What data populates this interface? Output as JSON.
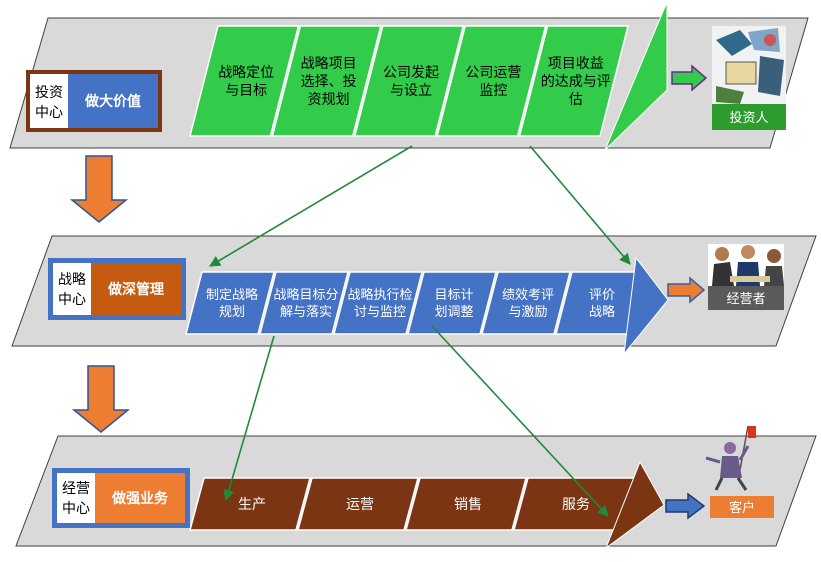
{
  "colors": {
    "band_fill": "#d9d9d9",
    "band_stroke": "#404040",
    "green": "#33cc4a",
    "blue": "#4472c4",
    "brown": "#7b3512",
    "orange": "#ed7d31",
    "dark_green_box": "#2e9b2e",
    "gray_box": "#5a5a5a",
    "arrow_green": "#1f8a3a",
    "label_border": "#7b3512"
  },
  "level1": {
    "center_line1": "投资",
    "center_line2": "中心",
    "value": "做大价值",
    "steps": [
      {
        "lines": [
          "战略定位",
          "与目标"
        ]
      },
      {
        "lines": [
          "战略项目",
          "选择、投",
          "资规划"
        ]
      },
      {
        "lines": [
          "公司发起",
          "与设立"
        ]
      },
      {
        "lines": [
          "公司运营",
          "监控"
        ]
      },
      {
        "lines": [
          "项目收益",
          "的达成与评",
          "估"
        ]
      }
    ],
    "actor": "投资人",
    "actor_icon": "investor-clipart-icon"
  },
  "level2": {
    "center_line1": "战略",
    "center_line2": "中心",
    "value": "做深管理",
    "steps": [
      {
        "lines": [
          "制定战略",
          "规划"
        ]
      },
      {
        "lines": [
          "战略目标分",
          "解与落实"
        ]
      },
      {
        "lines": [
          "战略执行检",
          "讨与监控"
        ]
      },
      {
        "lines": [
          "目标计",
          "划调整"
        ]
      },
      {
        "lines": [
          "绩效考评",
          "与激励"
        ]
      },
      {
        "lines": [
          "评价",
          "战略"
        ]
      }
    ],
    "actor": "经营者",
    "actor_icon": "business-meeting-icon"
  },
  "level3": {
    "center_line1": "经营",
    "center_line2": "中心",
    "value": "做强业务",
    "steps": [
      {
        "lines": [
          "生产"
        ]
      },
      {
        "lines": [
          "运营"
        ]
      },
      {
        "lines": [
          "销售"
        ]
      },
      {
        "lines": [
          "服务"
        ]
      }
    ],
    "actor": "客户",
    "actor_icon": "customer-figure-icon"
  }
}
